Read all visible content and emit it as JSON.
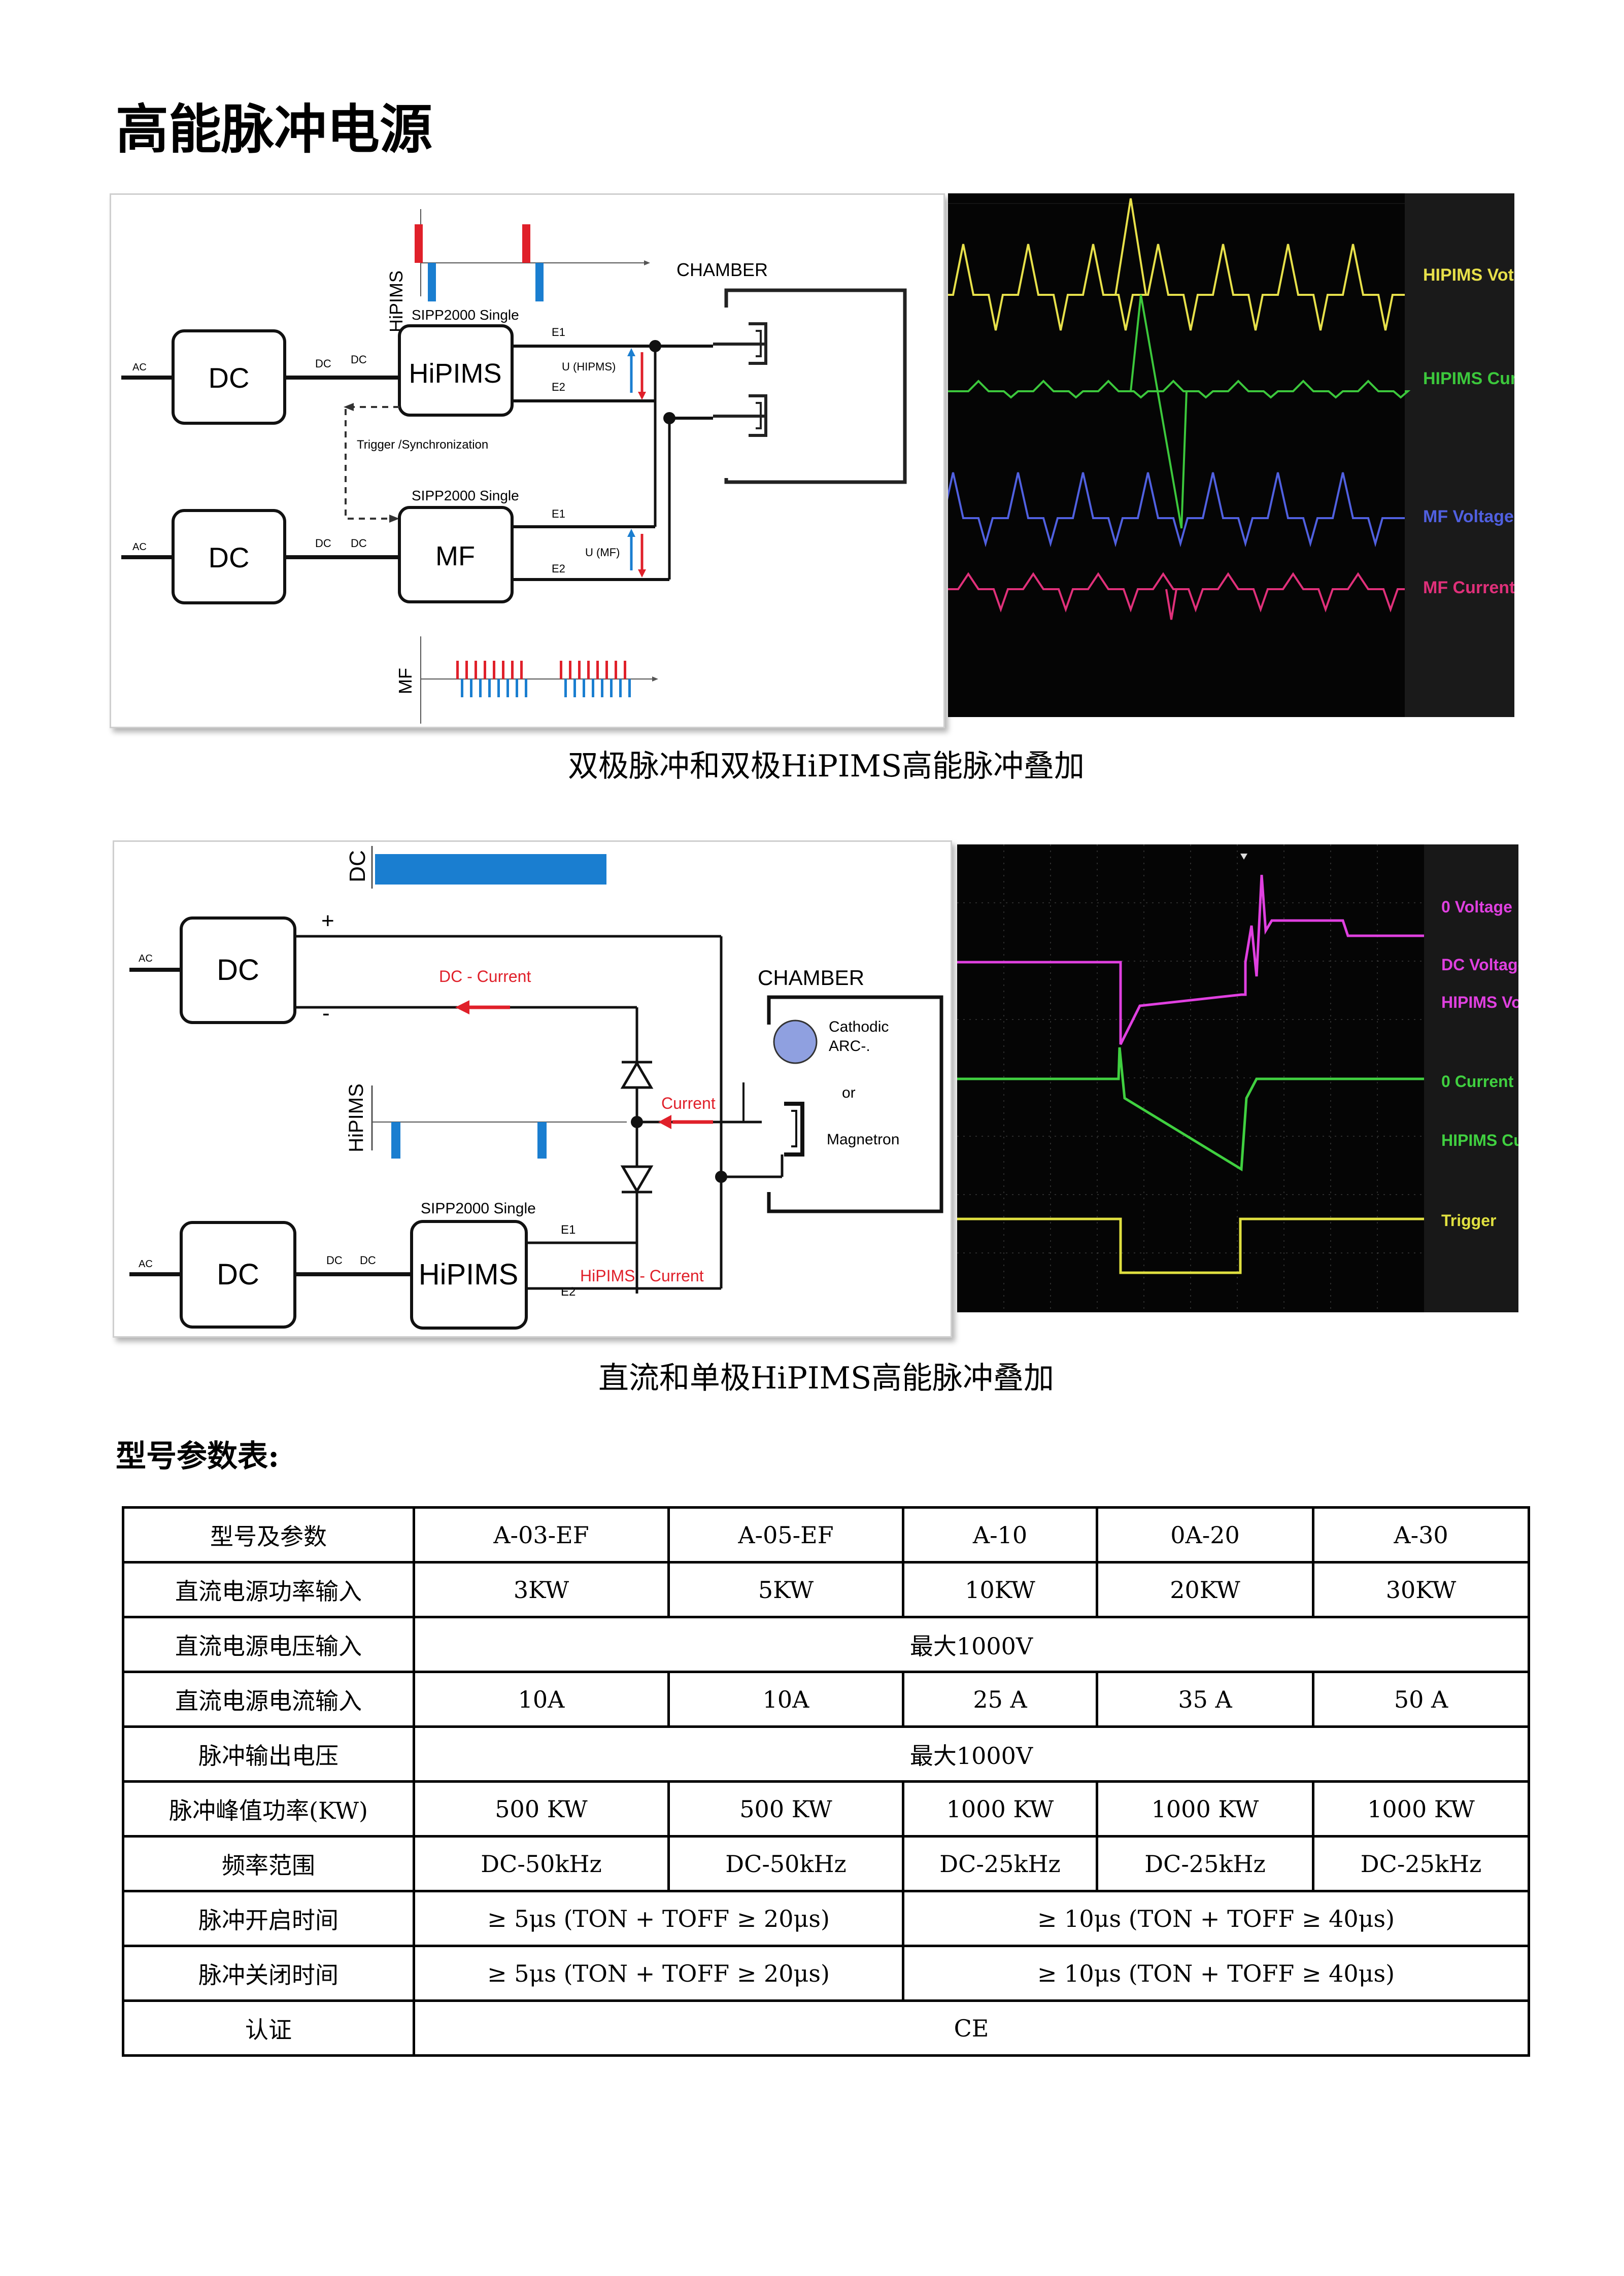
{
  "page": {
    "title": "高能脉冲电源"
  },
  "figure1": {
    "caption": "双极脉冲和双极HiPIMS高能脉冲叠加",
    "diagram": {
      "hipims_axis_label": "HiPIMS",
      "mf_axis_label": "MF",
      "chamber_label": "CHAMBER",
      "dc_label": "DC",
      "ac_label": "AC",
      "dc_small": "DC",
      "unit1_model": "SIPP2000 Single",
      "unit1_name": "HiPIMS",
      "unit2_model": "SIPP2000 Single",
      "unit2_name": "MF",
      "e1": "E1",
      "e2": "E2",
      "u_hipims": "U (HIPMS)",
      "u_mf": "U (MF)",
      "trigger_label": "Trigger /Synchronization"
    },
    "scope": {
      "legend": [
        "HIPIMS Votage",
        "HIPIMS Current",
        "MF Voltage",
        "MF Current"
      ],
      "colors": [
        "#e7e04a",
        "#3cc83c",
        "#5060e0",
        "#e0307a"
      ]
    }
  },
  "figure2": {
    "caption": "直流和单极HiPIMS高能脉冲叠加",
    "diagram": {
      "dc_axis_label": "DC",
      "hipims_axis_label": "HiPIMS",
      "chamber_label": "CHAMBER",
      "dc_label": "DC",
      "ac_label": "AC",
      "dc_small": "DC",
      "plus": "+",
      "minus": "-",
      "dc_current": "DC  - Current",
      "current": "Current",
      "hipims_current": "HiPIMS  - Current",
      "cathodic": "Cathodic",
      "arc": "ARC-.",
      "or": "or",
      "magnetron": "Magnetron",
      "unit_model": "SIPP2000 Single",
      "unit_name": "HiPIMS",
      "e1": "E1",
      "e2": "E2"
    },
    "scope": {
      "legend": [
        "0 Voltage",
        "DC Voltage",
        "HIPIMS Voltage",
        "0 Current",
        "HIPIMS Current",
        "Trigger"
      ],
      "colors": [
        "#e040e0",
        "#e040e0",
        "#e040e0",
        "#40d040",
        "#40d040",
        "#e0e040"
      ]
    }
  },
  "spec": {
    "heading": "型号参数表:",
    "header": [
      "型号及参数",
      "A-03-EF",
      "A-05-EF",
      "A-10",
      "0A-20",
      "A-30"
    ],
    "rows": [
      {
        "label": "直流电源功率输入",
        "values": [
          "3KW",
          "5KW",
          "10KW",
          "20KW",
          "30KW"
        ]
      },
      {
        "label": "直流电源电压输入",
        "merged": "最大1000V"
      },
      {
        "label": "直流电源电流输入",
        "values": [
          "10A",
          "10A",
          "25 A",
          "35 A",
          "50 A"
        ]
      },
      {
        "label": "脉冲输出电压",
        "merged": "最大1000V"
      },
      {
        "label": "脉冲峰值功率(KW)",
        "values": [
          "500 KW",
          "500 KW",
          "1000 KW",
          "1000 KW",
          "1000 KW"
        ]
      },
      {
        "label": "频率范围",
        "values": [
          "DC-50kHz",
          "DC-50kHz",
          "DC-25kHz",
          "DC-25kHz",
          "DC-25kHz"
        ]
      },
      {
        "label": "脉冲开启时间",
        "left": "≥ 5μs (TON + TOFF ≥ 20μs)",
        "right": "≥ 10μs (TON + TOFF ≥ 40μs)"
      },
      {
        "label": "脉冲关闭时间",
        "left": "≥ 5μs (TON + TOFF ≥ 20μs)",
        "right": "≥ 10μs (TON + TOFF ≥ 40μs)"
      },
      {
        "label": "认证",
        "merged": "CE"
      }
    ]
  }
}
